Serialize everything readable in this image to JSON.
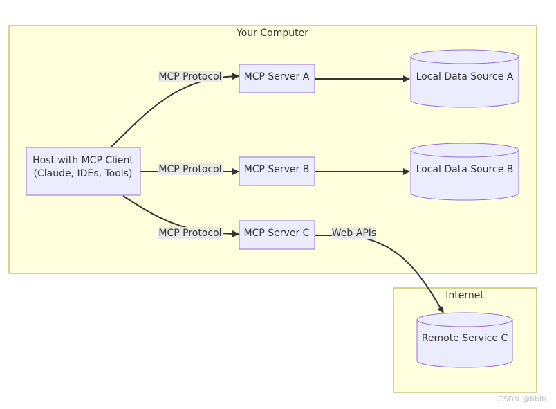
{
  "clusters": {
    "computer": "Your Computer",
    "internet": "Internet"
  },
  "nodes": {
    "host_line1": "Host with MCP Client",
    "host_line2": "(Claude, IDEs, Tools)",
    "server_a": "MCP Server A",
    "server_b": "MCP Server B",
    "server_c": "MCP Server C",
    "source_a": "Local Data Source A",
    "source_b": "Local Data Source B",
    "remote_c": "Remote Service C"
  },
  "edges": {
    "host_to_a": "MCP Protocol",
    "host_to_b": "MCP Protocol",
    "host_to_c": "MCP Protocol",
    "c_to_remote": "Web APIs"
  },
  "watermark": "CSDN @bblb"
}
